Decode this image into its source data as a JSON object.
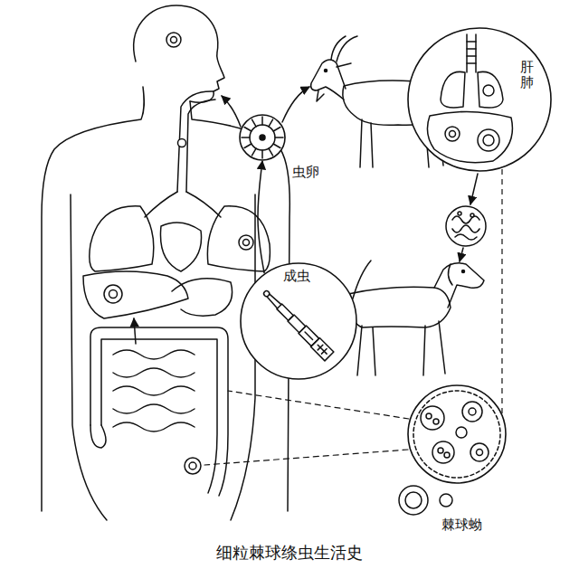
{
  "diagram": {
    "caption": "细粒棘球绦虫生活史",
    "nodes": [
      {
        "text": [
          "虫卵"
        ]
      },
      {
        "text": [
          "肝肺"
        ]
      },
      {
        "text": [
          "成虫"
        ]
      },
      {
        "text": [
          "棘球蚴"
        ]
      }
    ],
    "edges": [
      {
        "from": 2,
        "to": 0,
        "arrow": "to"
      },
      {
        "from": 3,
        "to": 1,
        "arrow": "none"
      }
    ]
  }
}
